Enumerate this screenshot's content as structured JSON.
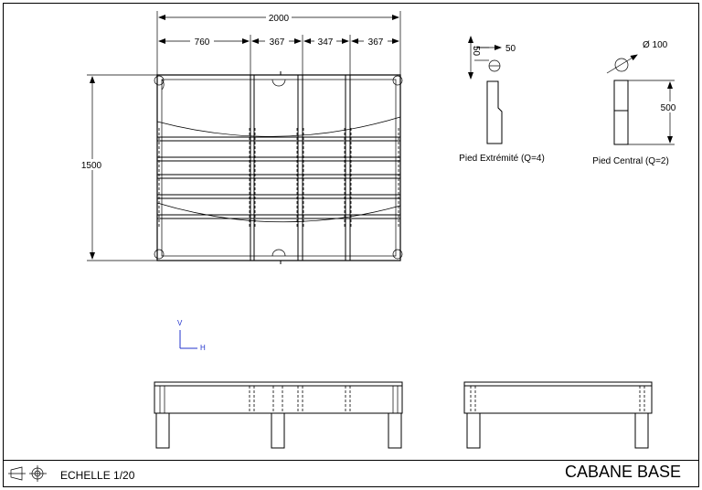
{
  "drawing": {
    "dimensions": {
      "overall_length": "2000",
      "bay_1": "760",
      "bay_2": "367",
      "bay_3": "347",
      "bay_4": "367",
      "overall_width": "1500"
    },
    "pied_extremite": {
      "dim_square": "50",
      "dim_side": "50",
      "caption": "Pied Extrémité (Q=4)"
    },
    "pied_central": {
      "dim_diameter": "Ø 100",
      "dim_height": "500",
      "caption": "Pied Central (Q=2)"
    },
    "axes": {
      "v": "V",
      "h": "H"
    }
  },
  "title_block": {
    "scale": "ECHELLE 1/20",
    "title": "CABANE BASE"
  },
  "colors": {
    "axis": "#2233cc",
    "line": "#000000"
  }
}
